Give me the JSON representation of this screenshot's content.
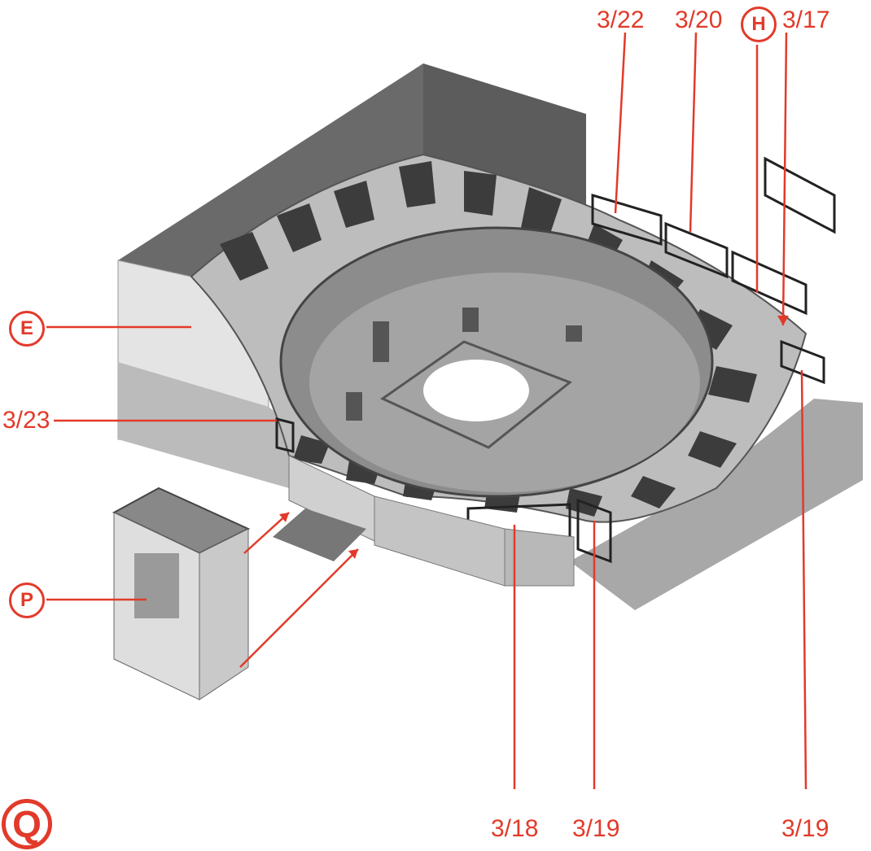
{
  "callouts": {
    "c_3_22": "3/22",
    "c_3_20": "3/20",
    "c_H": "H",
    "c_3_17": "3/17",
    "c_E": "E",
    "c_3_23": "3/23",
    "c_P": "P",
    "c_3_18": "3/18",
    "c_3_19_a": "3/19",
    "c_3_19_b": "3/19"
  },
  "step": "Q",
  "colors": {
    "accent": "#e23a2a",
    "wall": "#6f6f6f",
    "wall_light": "#d9d9d9",
    "floor": "#9a9a9a",
    "seat_dark": "#3a3a3a",
    "seat_light": "#bdbdbd"
  }
}
